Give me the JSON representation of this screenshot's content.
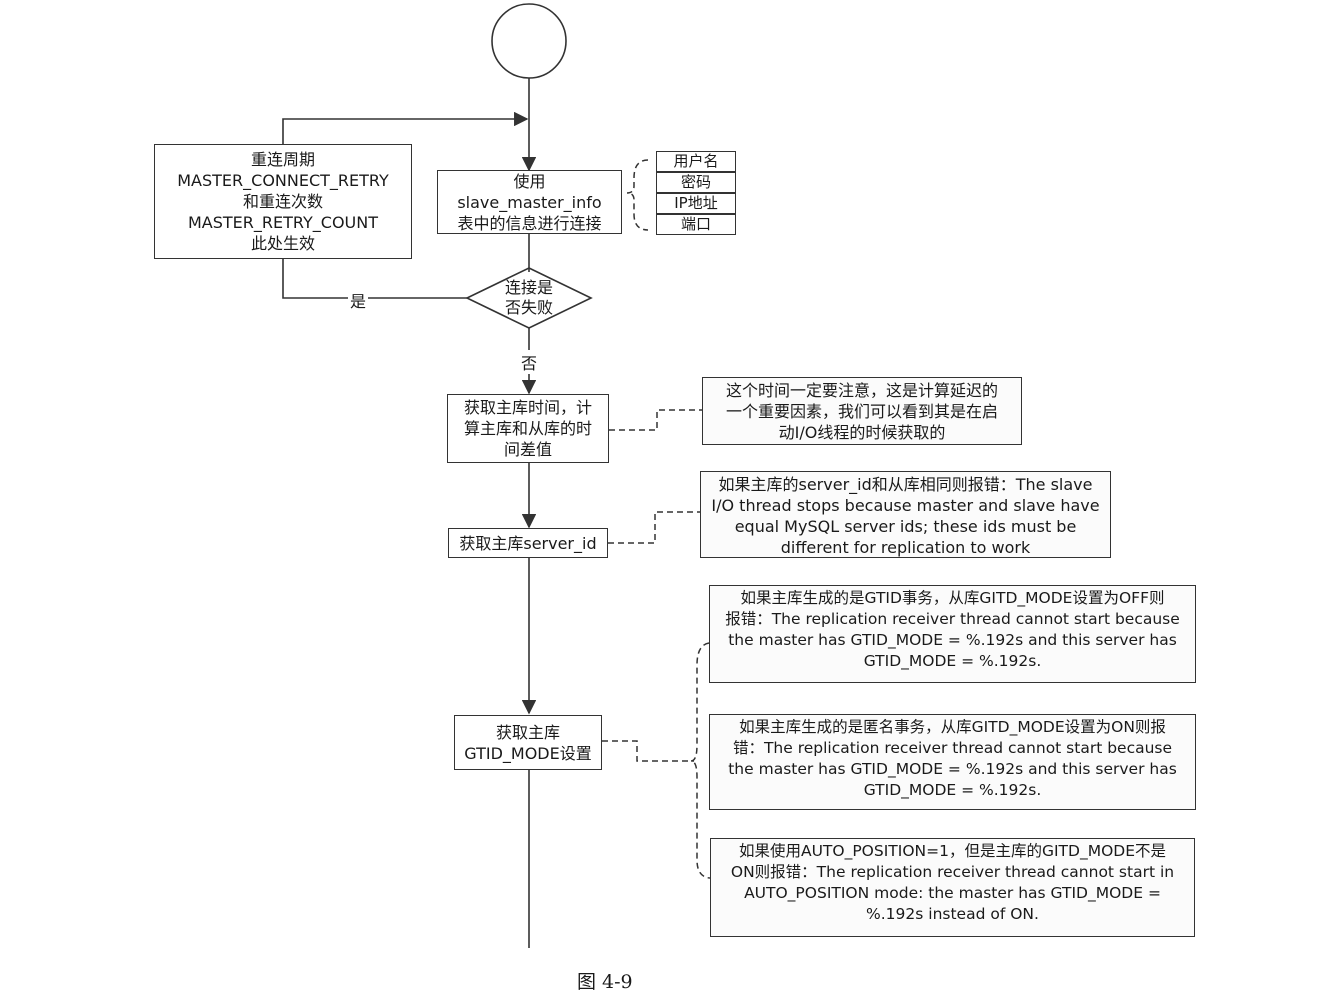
{
  "start": "",
  "retry_box": [
    "重连周期",
    "MASTER_CONNECT_RETRY",
    "和重连次数",
    "MASTER_RETRY_COUNT",
    "此处生效"
  ],
  "connect_box": [
    "使用",
    "slave_master_info",
    "表中的信息进行连接"
  ],
  "fields": [
    "用户名",
    "密码",
    "IP地址",
    "端口"
  ],
  "decision": [
    "连接是",
    "否失败"
  ],
  "yes_label": "是",
  "no_label": "否",
  "time_box": [
    "获取主库时间，计",
    "算主库和从库的时",
    "间差值"
  ],
  "time_note": [
    "这个时间一定要注意，这是计算延迟的",
    "一个重要因素，我们可以看到其是在启",
    "动I/O线程的时候获取的"
  ],
  "serverid_box": [
    "获取主库server_id"
  ],
  "serverid_note": [
    "如果主库的server_id和从库相同则报错：The slave",
    "I/O thread stops because master and slave have",
    "equal MySQL server ids; these ids must be",
    "different for replication to work"
  ],
  "gtid_box": [
    "获取主库",
    "GTID_MODE设置"
  ],
  "gtid_notes": [
    [
      "如果主库生成的是GTID事务，从库GITD_MODE设置为OFF则",
      "报错：The replication receiver thread cannot start because",
      "the master has GTID_MODE = %.192s and this server has",
      "GTID_MODE = %.192s."
    ],
    [
      "如果主库生成的是匿名事务，从库GITD_MODE设置为ON则报",
      "错：The replication receiver thread cannot start because",
      "the master has GTID_MODE = %.192s and this server has",
      "GTID_MODE = %.192s."
    ],
    [
      "如果使用AUTO_POSITION=1，但是主库的GITD_MODE不是",
      "ON则报错：The replication receiver thread cannot start in",
      "AUTO_POSITION mode: the master has GTID_MODE =",
      "%.192s instead of ON."
    ]
  ],
  "caption": "图 4-9"
}
